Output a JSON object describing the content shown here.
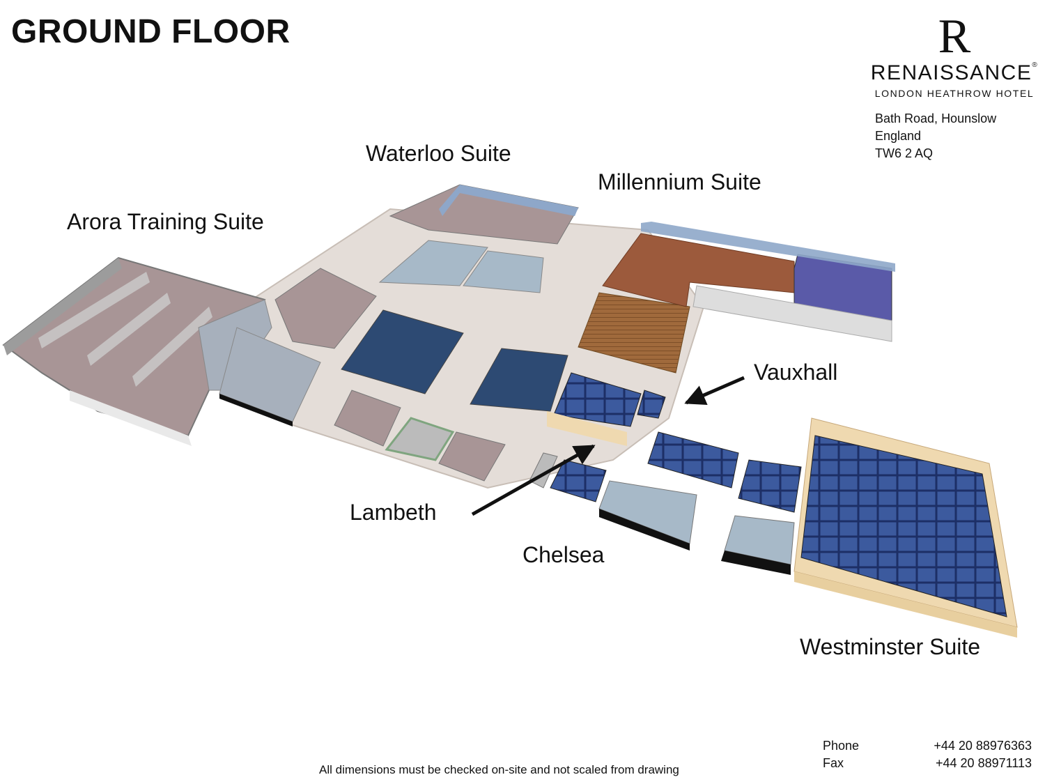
{
  "title": "GROUND FLOOR",
  "brand": {
    "mark": "R",
    "name": "RENAISSANCE",
    "registered": "®",
    "subtitle": "LONDON HEATHROW HOTEL"
  },
  "address": [
    "Bath Road, Hounslow",
    "England",
    "TW6 2 AQ"
  ],
  "rooms": {
    "waterloo": "Waterloo Suite",
    "millennium": "Millennium Suite",
    "arora": "Arora Training Suite",
    "vauxhall": "Vauxhall",
    "lambeth": "Lambeth",
    "chelsea": "Chelsea",
    "westminster": "Westminster Suite"
  },
  "contact": {
    "phone_label": "Phone",
    "phone": "+44 20 88976363",
    "fax_label": "Fax",
    "fax": "+44 20 88971113"
  },
  "disclaimer": "All dimensions must be checked on-site and not scaled from drawing",
  "colors": {
    "floor_pink": "#a89596",
    "floor_navy": "#2d4a73",
    "floor_blue_carpet": "#3c5a9e",
    "floor_wood": "#a06a3c",
    "floor_brown": "#9c5a3c",
    "floor_purple": "#5a5aa8",
    "floor_light_blue": "#a7b9c8",
    "corridor": "#e4ddd8",
    "wall_tan": "#efd9b0",
    "wall_grey": "#8a8a8a"
  }
}
